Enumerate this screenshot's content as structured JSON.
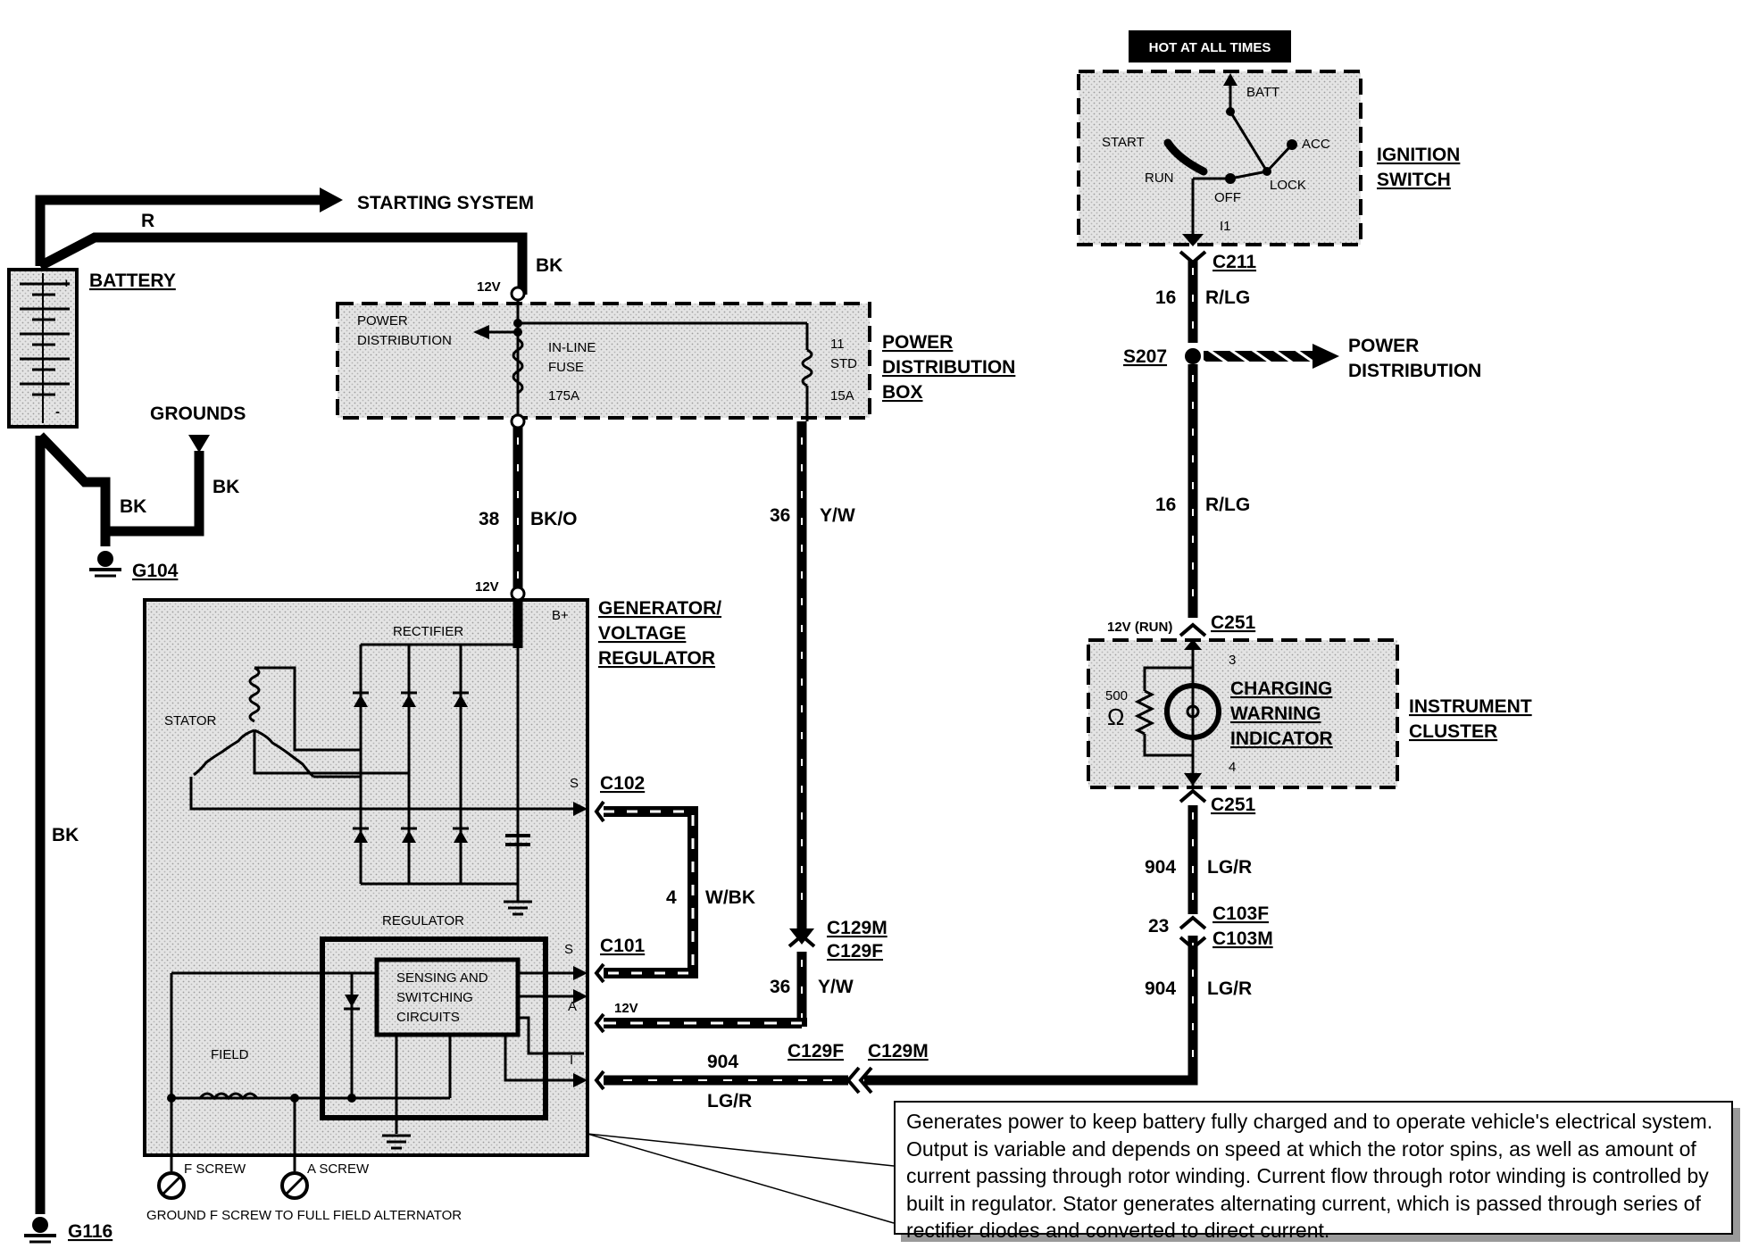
{
  "hot_label": "HOT AT ALL TIMES",
  "ignition": {
    "title_1": "IGNITION",
    "title_2": "SWITCH",
    "batt": "BATT",
    "acc": "ACC",
    "start": "START",
    "run": "RUN",
    "off": "OFF",
    "lock": "LOCK",
    "i1": "I1"
  },
  "battery": {
    "label": "BATTERY",
    "plus": "+",
    "minus": "-"
  },
  "starting": {
    "label": "STARTING SYSTEM",
    "wire": "R"
  },
  "bk_top": "BK",
  "v12_pdb": "12V",
  "pdb": {
    "title_1": "POWER",
    "title_2": "DISTRIBUTION",
    "title_3": "BOX",
    "inner_1": "POWER",
    "inner_2": "DISTRIBUTION",
    "fuse_1": "IN-LINE",
    "fuse_2": "FUSE",
    "fuse_3": "175A",
    "std_1": "11",
    "std_2": "STD",
    "std_3": "15A"
  },
  "grounds": {
    "label": "GROUNDS",
    "bk1": "BK",
    "bk2": "BK",
    "g104": "G104",
    "g116": "G116",
    "bk_long": "BK"
  },
  "wires": {
    "w38": "38",
    "bko": "BK/O",
    "w36a": "36",
    "yw_a": "Y/W",
    "w36b": "36",
    "yw_b": "Y/W",
    "w16a": "16",
    "rlg_a": "R/LG",
    "w16b": "16",
    "rlg_b": "R/LG",
    "w904a": "904",
    "lgr_a": "LG/R",
    "w23": "23",
    "w904b": "904",
    "lgr_b": "LG/R",
    "w904c": "904",
    "lgr_c": "LG/R",
    "w4": "4",
    "wbk": "W/BK"
  },
  "connectors": {
    "c211": "C211",
    "s207": "S207",
    "c251a": "C251",
    "c251b": "C251",
    "c103f": "C103F",
    "c103m": "C103M",
    "c129m_a": "C129M",
    "c129f_a": "C129F",
    "c129f_b": "C129F",
    "c129m_b": "C129M",
    "c102": "C102",
    "c101": "C101"
  },
  "power_dist_right": {
    "line1": "POWER",
    "line2": "DISTRIBUTION"
  },
  "generator": {
    "title_1": "GENERATOR/",
    "title_2": "VOLTAGE",
    "title_3": "REGULATOR",
    "v12": "12V",
    "bplus": "B+",
    "rectifier": "RECTIFIER",
    "stator": "STATOR",
    "s1": "S",
    "regulator": "REGULATOR",
    "s2": "S",
    "a": "A",
    "i": "I",
    "v12_a": "12V",
    "sense_1": "SENSING AND",
    "sense_2": "SWITCHING",
    "sense_3": "CIRCUITS",
    "field": "FIELD",
    "f_screw": "F SCREW",
    "a_screw": "A SCREW",
    "ground_note": "GROUND F SCREW TO FULL FIELD ALTERNATOR"
  },
  "cluster": {
    "title_1": "INSTRUMENT",
    "title_2": "CLUSTER",
    "ind_1": "CHARGING",
    "ind_2": "WARNING",
    "ind_3": "INDICATOR",
    "v12run": "12V (RUN)",
    "pin3": "3",
    "pin4": "4",
    "res": "500",
    "ohm": "Ω"
  },
  "description": "Generates power to keep battery fully charged and to operate vehicle's electrical system.  Output is variable and depends on speed at which the rotor spins, as well as amount of current passing through rotor winding.  Current flow through rotor winding is controlled by built in regulator.  Stator generates alternating current, which is passed through series of rectifier diodes and converted to direct current."
}
